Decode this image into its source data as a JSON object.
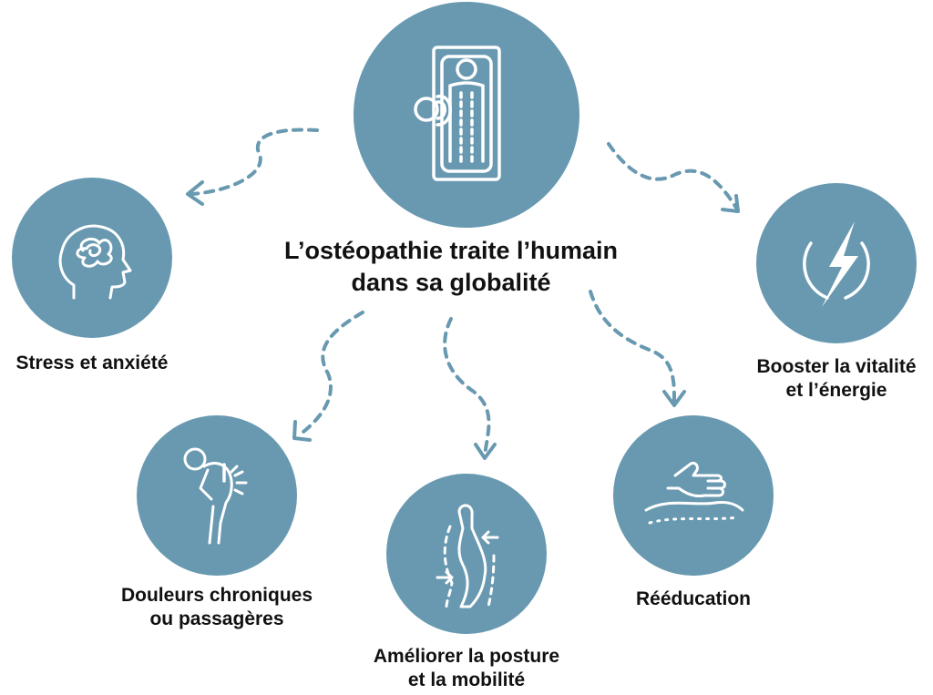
{
  "colors": {
    "circle": "#6899b0",
    "stroke": "#ffffff",
    "text": "#111111"
  },
  "center": {
    "title_line1": "L’ostéopathie traite l’humain",
    "title_line2": "dans sa globalité",
    "icon": "osteopath-treatment-table-icon"
  },
  "nodes": [
    {
      "id": "stress",
      "line1": "Stress et anxiété",
      "line2": "",
      "icon": "tangled-head-icon"
    },
    {
      "id": "vitality",
      "line1": "Booster la vitalité",
      "line2": "et l’énergie",
      "icon": "lightning-icon"
    },
    {
      "id": "pain",
      "line1": "Douleurs chroniques",
      "line2": "ou passagères",
      "icon": "back-pain-icon"
    },
    {
      "id": "posture",
      "line1": "Améliorer la posture",
      "line2": "et la mobilité",
      "icon": "spine-posture-icon"
    },
    {
      "id": "rehab",
      "line1": "Rééducation",
      "line2": "",
      "icon": "hand-massage-icon"
    }
  ]
}
